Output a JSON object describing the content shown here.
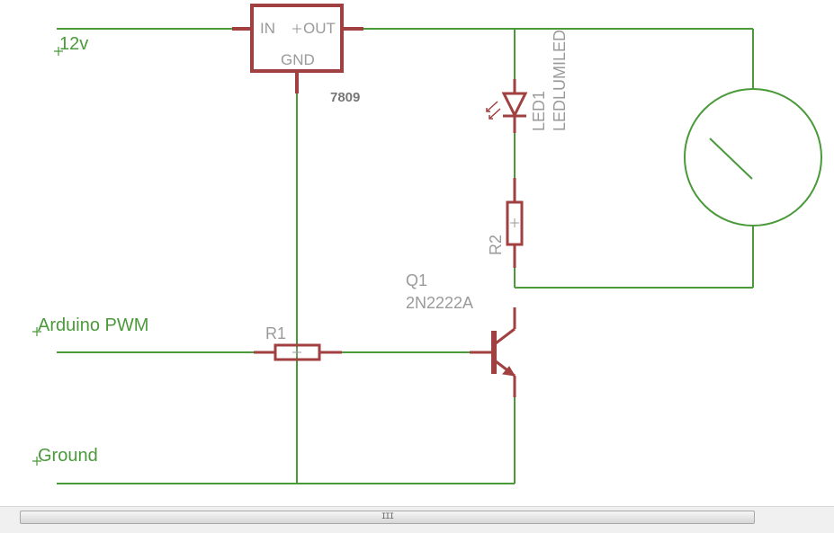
{
  "nets": {
    "supply": "12v",
    "pwm": "Arduino PWM",
    "ground": "Ground"
  },
  "regulator": {
    "pin_in": "IN",
    "pin_out": "OUT",
    "pin_gnd": "GND",
    "value": "7809"
  },
  "resistor_r1": {
    "name": "R1"
  },
  "resistor_r2": {
    "name": "R2"
  },
  "transistor": {
    "name": "Q1",
    "value": "2N2222A"
  },
  "led": {
    "name": "LED1",
    "value": "LEDLUMILED"
  },
  "colors": {
    "wire": "#4a9a3a",
    "component": "#a04040",
    "label_gray": "#9a9a9a"
  },
  "scrollbar": {
    "grip": "III"
  }
}
